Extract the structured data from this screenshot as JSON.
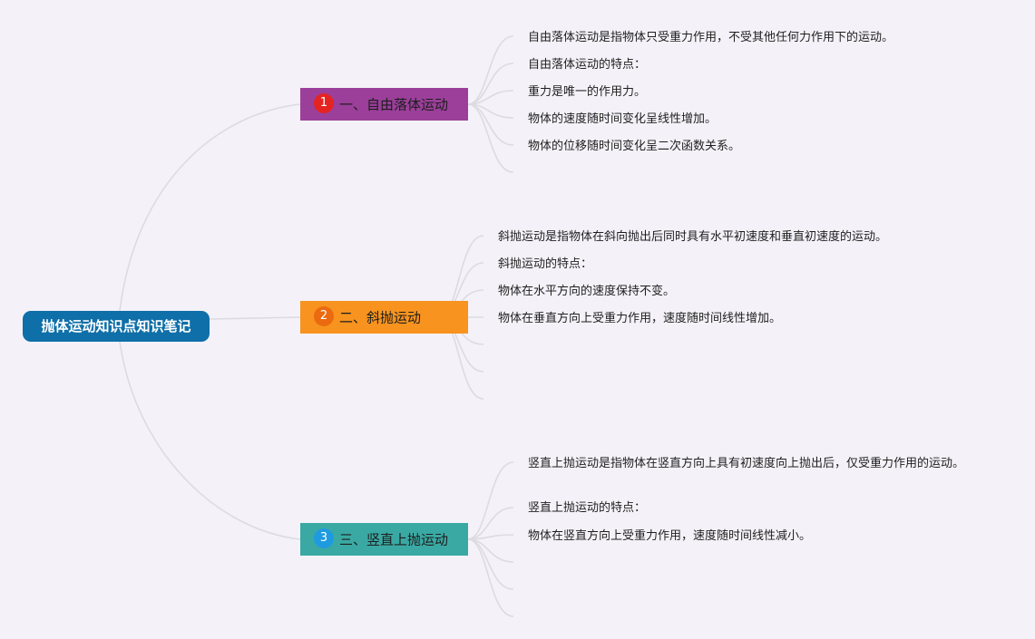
{
  "root": {
    "label": "抛体运动知识点知识笔记",
    "color": "#0f6fa8"
  },
  "line_color": "#dcdbe2",
  "branches": [
    {
      "badge": "1",
      "label": "一、自由落体运动",
      "color": "#9b3f9a",
      "badge_color": "#e52421",
      "items": [
        "自由落体运动是指物体只受重力作用，不受其他任何力作用下的运动。",
        "自由落体运动的特点：",
        "重力是唯一的作用力。",
        "物体的速度随时间变化呈线性增加。",
        "物体的位移随时间变化呈二次函数关系。"
      ]
    },
    {
      "badge": "2",
      "label": "二、斜抛运动",
      "color": "#f7931e",
      "badge_color": "#eb6a10",
      "items": [
        "斜抛运动是指物体在斜向抛出后同时具有水平初速度和垂直初速度的运动。",
        "斜抛运动的特点：",
        "物体在水平方向的速度保持不变。",
        "物体在垂直方向上受重力作用，速度随时间线性增加。"
      ]
    },
    {
      "badge": "3",
      "label": "三、竖直上抛运动",
      "color": "#3aa9a4",
      "badge_color": "#1e9be0",
      "items": [
        "竖直上抛运动是指物体在竖直方向上具有初速度向上抛出后，仅受重力作用的运动。",
        "竖直上抛运动的特点：",
        "物体在竖直方向上受重力作用，速度随时间线性减小。"
      ]
    }
  ]
}
